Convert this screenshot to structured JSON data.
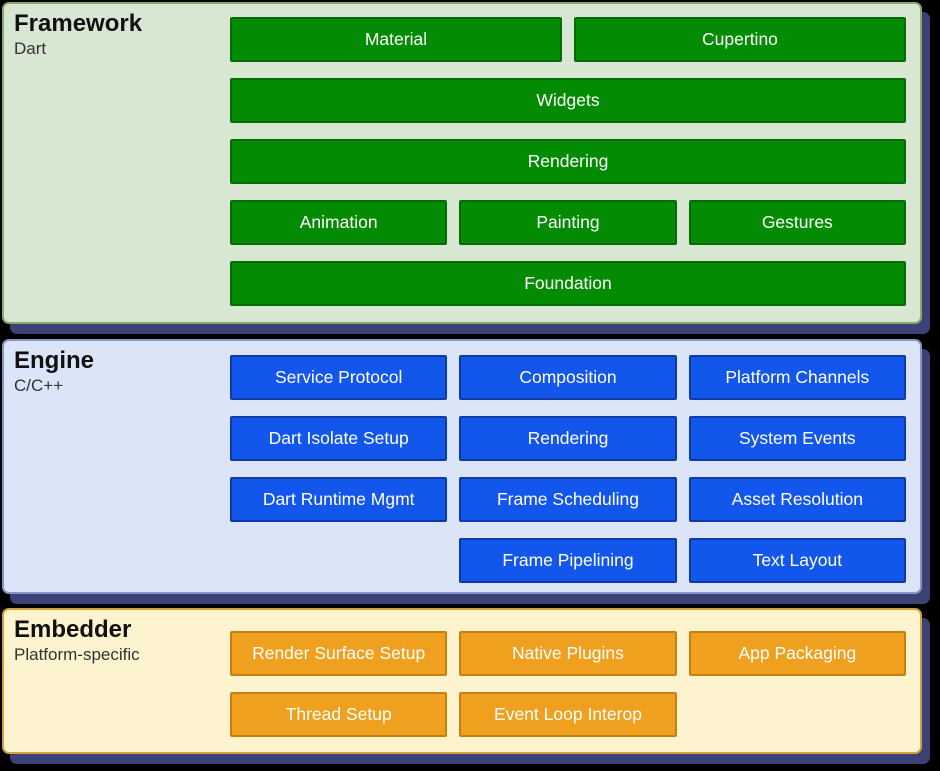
{
  "colors": {
    "page_bg": "#000000",
    "shadow": "#3d4276",
    "text_on_button": "#ffffff",
    "title_text": "#111111",
    "subtitle_text": "#333333",
    "framework_panel_bg": "#d8e7d1",
    "framework_panel_border": "#85ad66",
    "framework_button_bg": "#038c03",
    "framework_button_border": "#0a6a0a",
    "engine_panel_bg": "#dbe5f7",
    "engine_panel_border": "#8495c6",
    "engine_button_bg": "#1356eb",
    "engine_button_border": "#0f3aa6",
    "embedder_panel_bg": "#fdf3cf",
    "embedder_panel_border": "#d2a33c",
    "embedder_button_bg": "#efa01e",
    "embedder_button_border": "#c5800d"
  },
  "layers": [
    {
      "title": "Framework",
      "subtitle": "Dart",
      "buttons": [
        {
          "label": "Material"
        },
        {
          "label": "Cupertino"
        },
        {
          "label": "Widgets"
        },
        {
          "label": "Rendering"
        },
        {
          "label": "Animation"
        },
        {
          "label": "Painting"
        },
        {
          "label": "Gestures"
        },
        {
          "label": "Foundation"
        }
      ]
    },
    {
      "title": "Engine",
      "subtitle": "C/C++",
      "buttons": [
        {
          "label": "Service Protocol"
        },
        {
          "label": "Composition"
        },
        {
          "label": "Platform Channels"
        },
        {
          "label": "Dart Isolate Setup"
        },
        {
          "label": "Rendering"
        },
        {
          "label": "System Events"
        },
        {
          "label": "Dart Runtime Mgmt"
        },
        {
          "label": "Frame Scheduling"
        },
        {
          "label": "Asset Resolution"
        },
        {
          "label": "Frame Pipelining"
        },
        {
          "label": "Text Layout"
        }
      ]
    },
    {
      "title": "Embedder",
      "subtitle": "Platform-specific",
      "buttons": [
        {
          "label": "Render Surface Setup"
        },
        {
          "label": "Native Plugins"
        },
        {
          "label": "App Packaging"
        },
        {
          "label": "Thread Setup"
        },
        {
          "label": "Event Loop Interop"
        }
      ]
    }
  ]
}
